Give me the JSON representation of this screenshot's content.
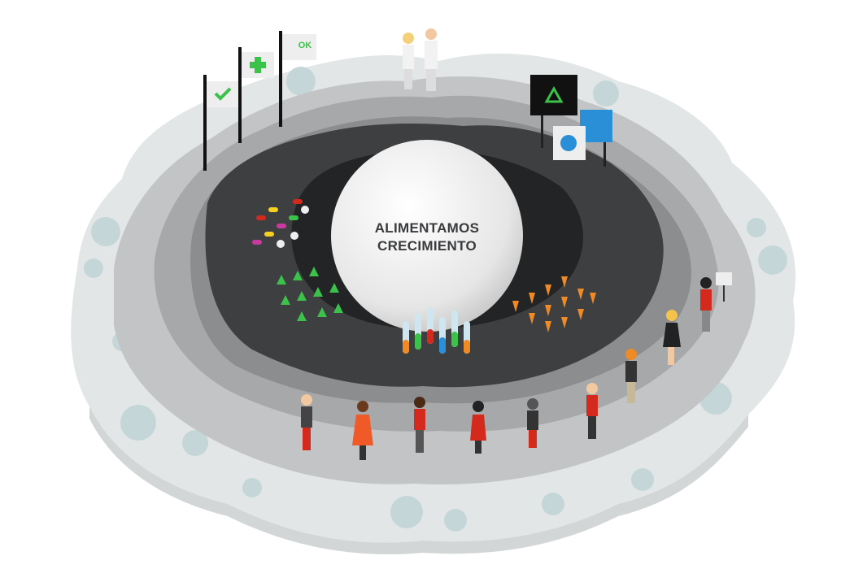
{
  "illustration": {
    "sphere_text": {
      "line1": "ALIMENTAMOS",
      "line2": "CRECIMIENTO"
    },
    "flags": {
      "ok_label": "OK"
    },
    "colors": {
      "outer_island": "#e3e6e6",
      "gear_pattern": "#c5d6d8",
      "layer_1": "#c3c4c6",
      "layer_2": "#a7a8aa",
      "layer_3": "#8c8d8f",
      "layer_dark": "#3e3f41",
      "layer_core": "#232425",
      "sphere": "#f2f2f2",
      "accent_green": "#3cc24a",
      "accent_red": "#d42a1e",
      "carrot": "#f08a24"
    }
  }
}
